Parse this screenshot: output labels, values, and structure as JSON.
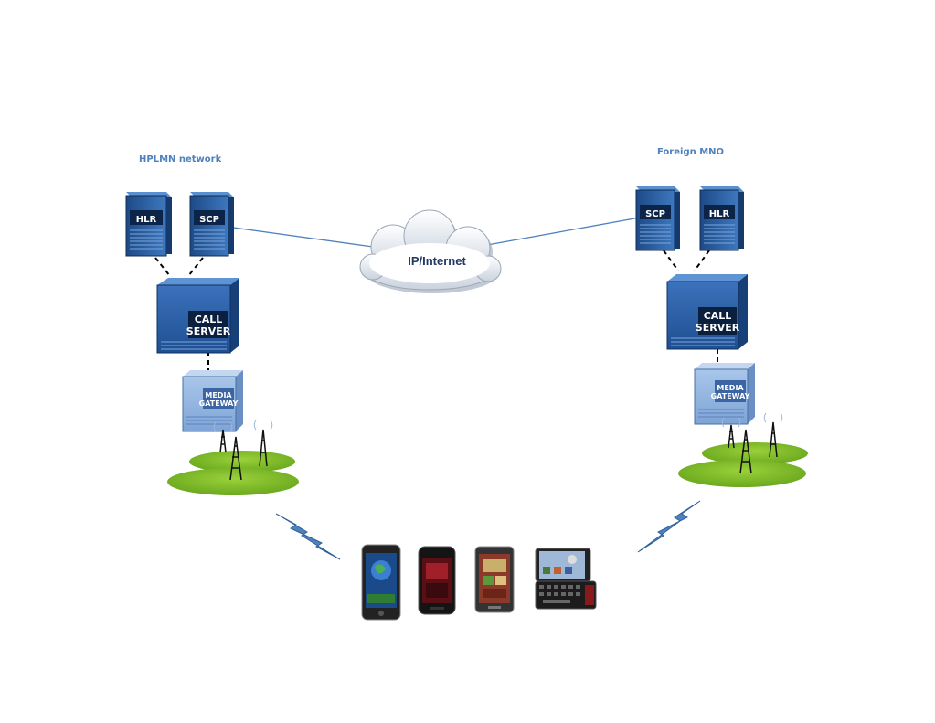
{
  "networks": {
    "left": {
      "label": "HPLMN network",
      "servers": [
        "HLR",
        "SCP"
      ],
      "call_server": [
        "CALL",
        "SERVER"
      ],
      "media_gateway": [
        "MEDIA",
        "GATEWAY"
      ]
    },
    "right": {
      "label": "Foreign MNO",
      "servers": [
        "SCP",
        "HLR"
      ],
      "call_server": [
        "CALL",
        "SERVER"
      ],
      "media_gateway": [
        "MEDIA",
        "GATEWAY"
      ]
    }
  },
  "cloud": {
    "label": "IP/Internet"
  },
  "colors": {
    "label": "#4f81bd",
    "server_dark": "#1f4e8c",
    "server_light": "#4a7fc1",
    "call_server": "#2e64a8",
    "media_gateway": "#8fb3e0",
    "link": "#4f81bd",
    "grass": "#7fbf2a",
    "bolt": "#4f81bd"
  },
  "devices": [
    "iphone-icon",
    "blackberry-icon",
    "touch-phone-icon",
    "qwerty-phone-icon"
  ]
}
